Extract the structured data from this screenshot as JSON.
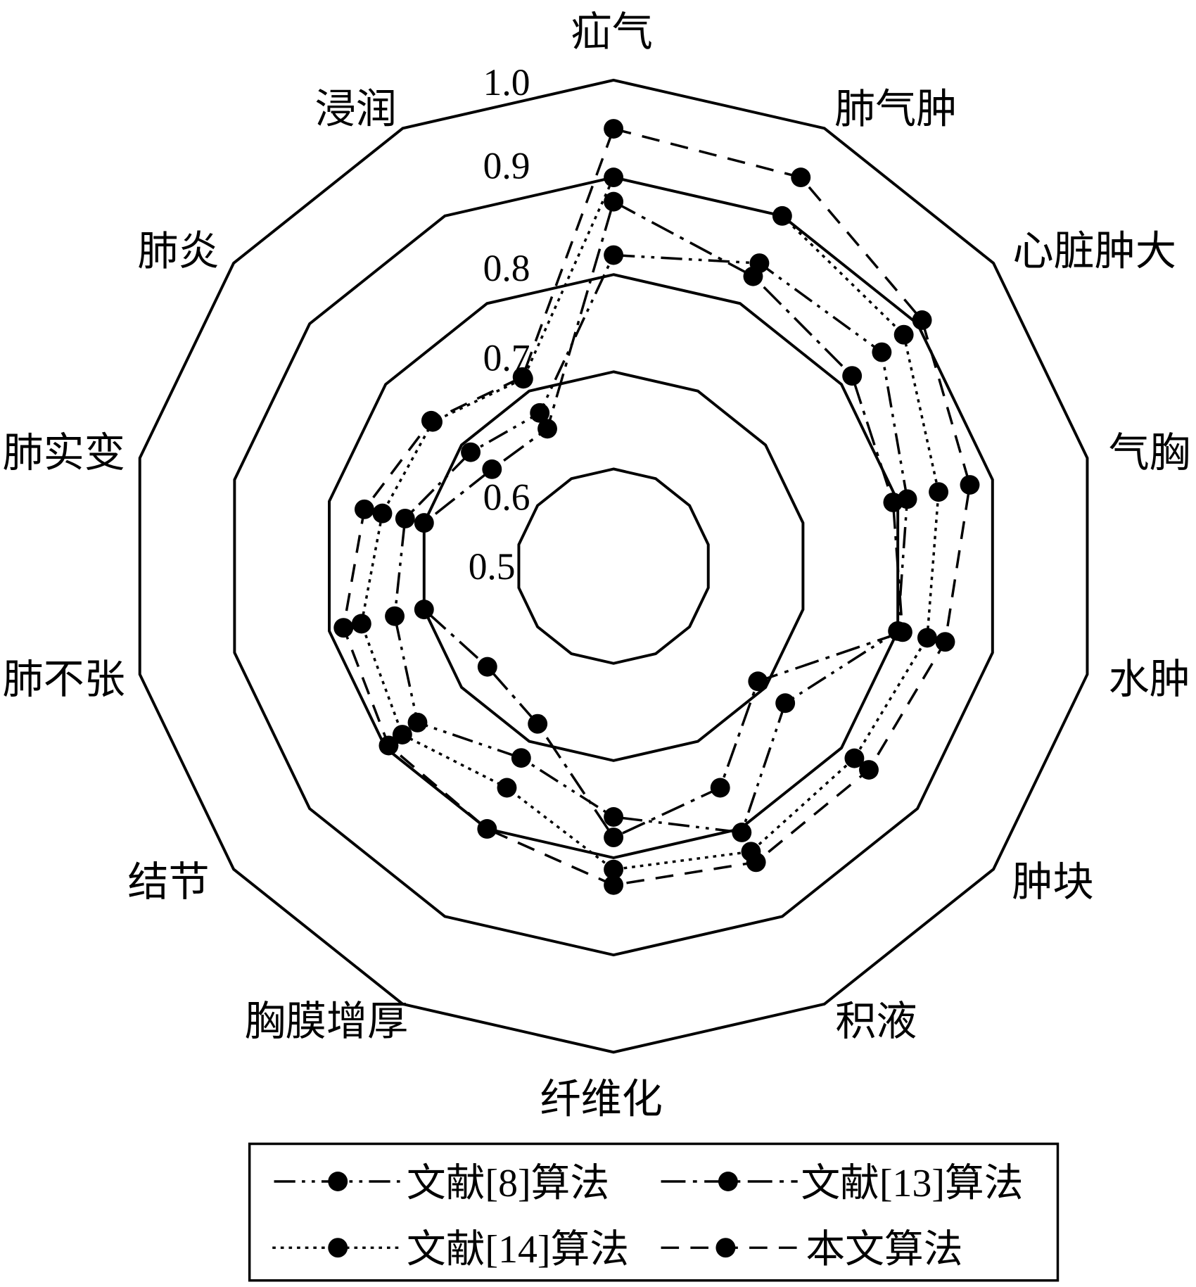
{
  "chart_data": {
    "type": "radar",
    "categories": [
      "疝气",
      "肺气肿",
      "心脏肿大",
      "气胸",
      "水肿",
      "肿块",
      "积液",
      "纤维化",
      "胸膜增厚",
      "结节",
      "肺不张",
      "肺实变",
      "肺炎",
      "浸润"
    ],
    "rlim": [
      0.5,
      1.0
    ],
    "rticks": [
      0.5,
      0.6,
      0.7,
      0.8,
      0.9,
      1.0
    ],
    "rtick_labels": [
      "0.5",
      "0.6",
      "0.7",
      "0.8",
      "0.9",
      "1.0"
    ],
    "grid": true,
    "legend_position": "bottom",
    "series": [
      {
        "name": "文献[8]算法",
        "color": "#000000",
        "values": [
          0.82,
          0.846,
          0.853,
          0.81,
          0.8,
          0.726,
          0.804,
          0.758,
          0.719,
          0.758,
          0.731,
          0.72,
          0.688,
          0.675
        ]
      },
      {
        "name": "文献[13]算法",
        "color": "#000000",
        "values": [
          0.875,
          0.831,
          0.814,
          0.795,
          0.805,
          0.69,
          0.753,
          0.779,
          0.68,
          0.666,
          0.7,
          0.7,
          0.66,
          0.657
        ]
      },
      {
        "name": "文献[14]算法",
        "color": "#000000",
        "values": [
          0.9,
          0.9,
          0.882,
          0.843,
          0.831,
          0.817,
          0.826,
          0.812,
          0.753,
          0.778,
          0.766,
          0.744,
          0.738,
          0.714
        ]
      },
      {
        "name": "本文算法",
        "color": "#000000",
        "values": [
          0.95,
          0.944,
          0.906,
          0.876,
          0.85,
          0.836,
          0.838,
          0.828,
          0.8,
          0.796,
          0.785,
          0.763,
          0.74,
          0.716
        ]
      }
    ]
  }
}
